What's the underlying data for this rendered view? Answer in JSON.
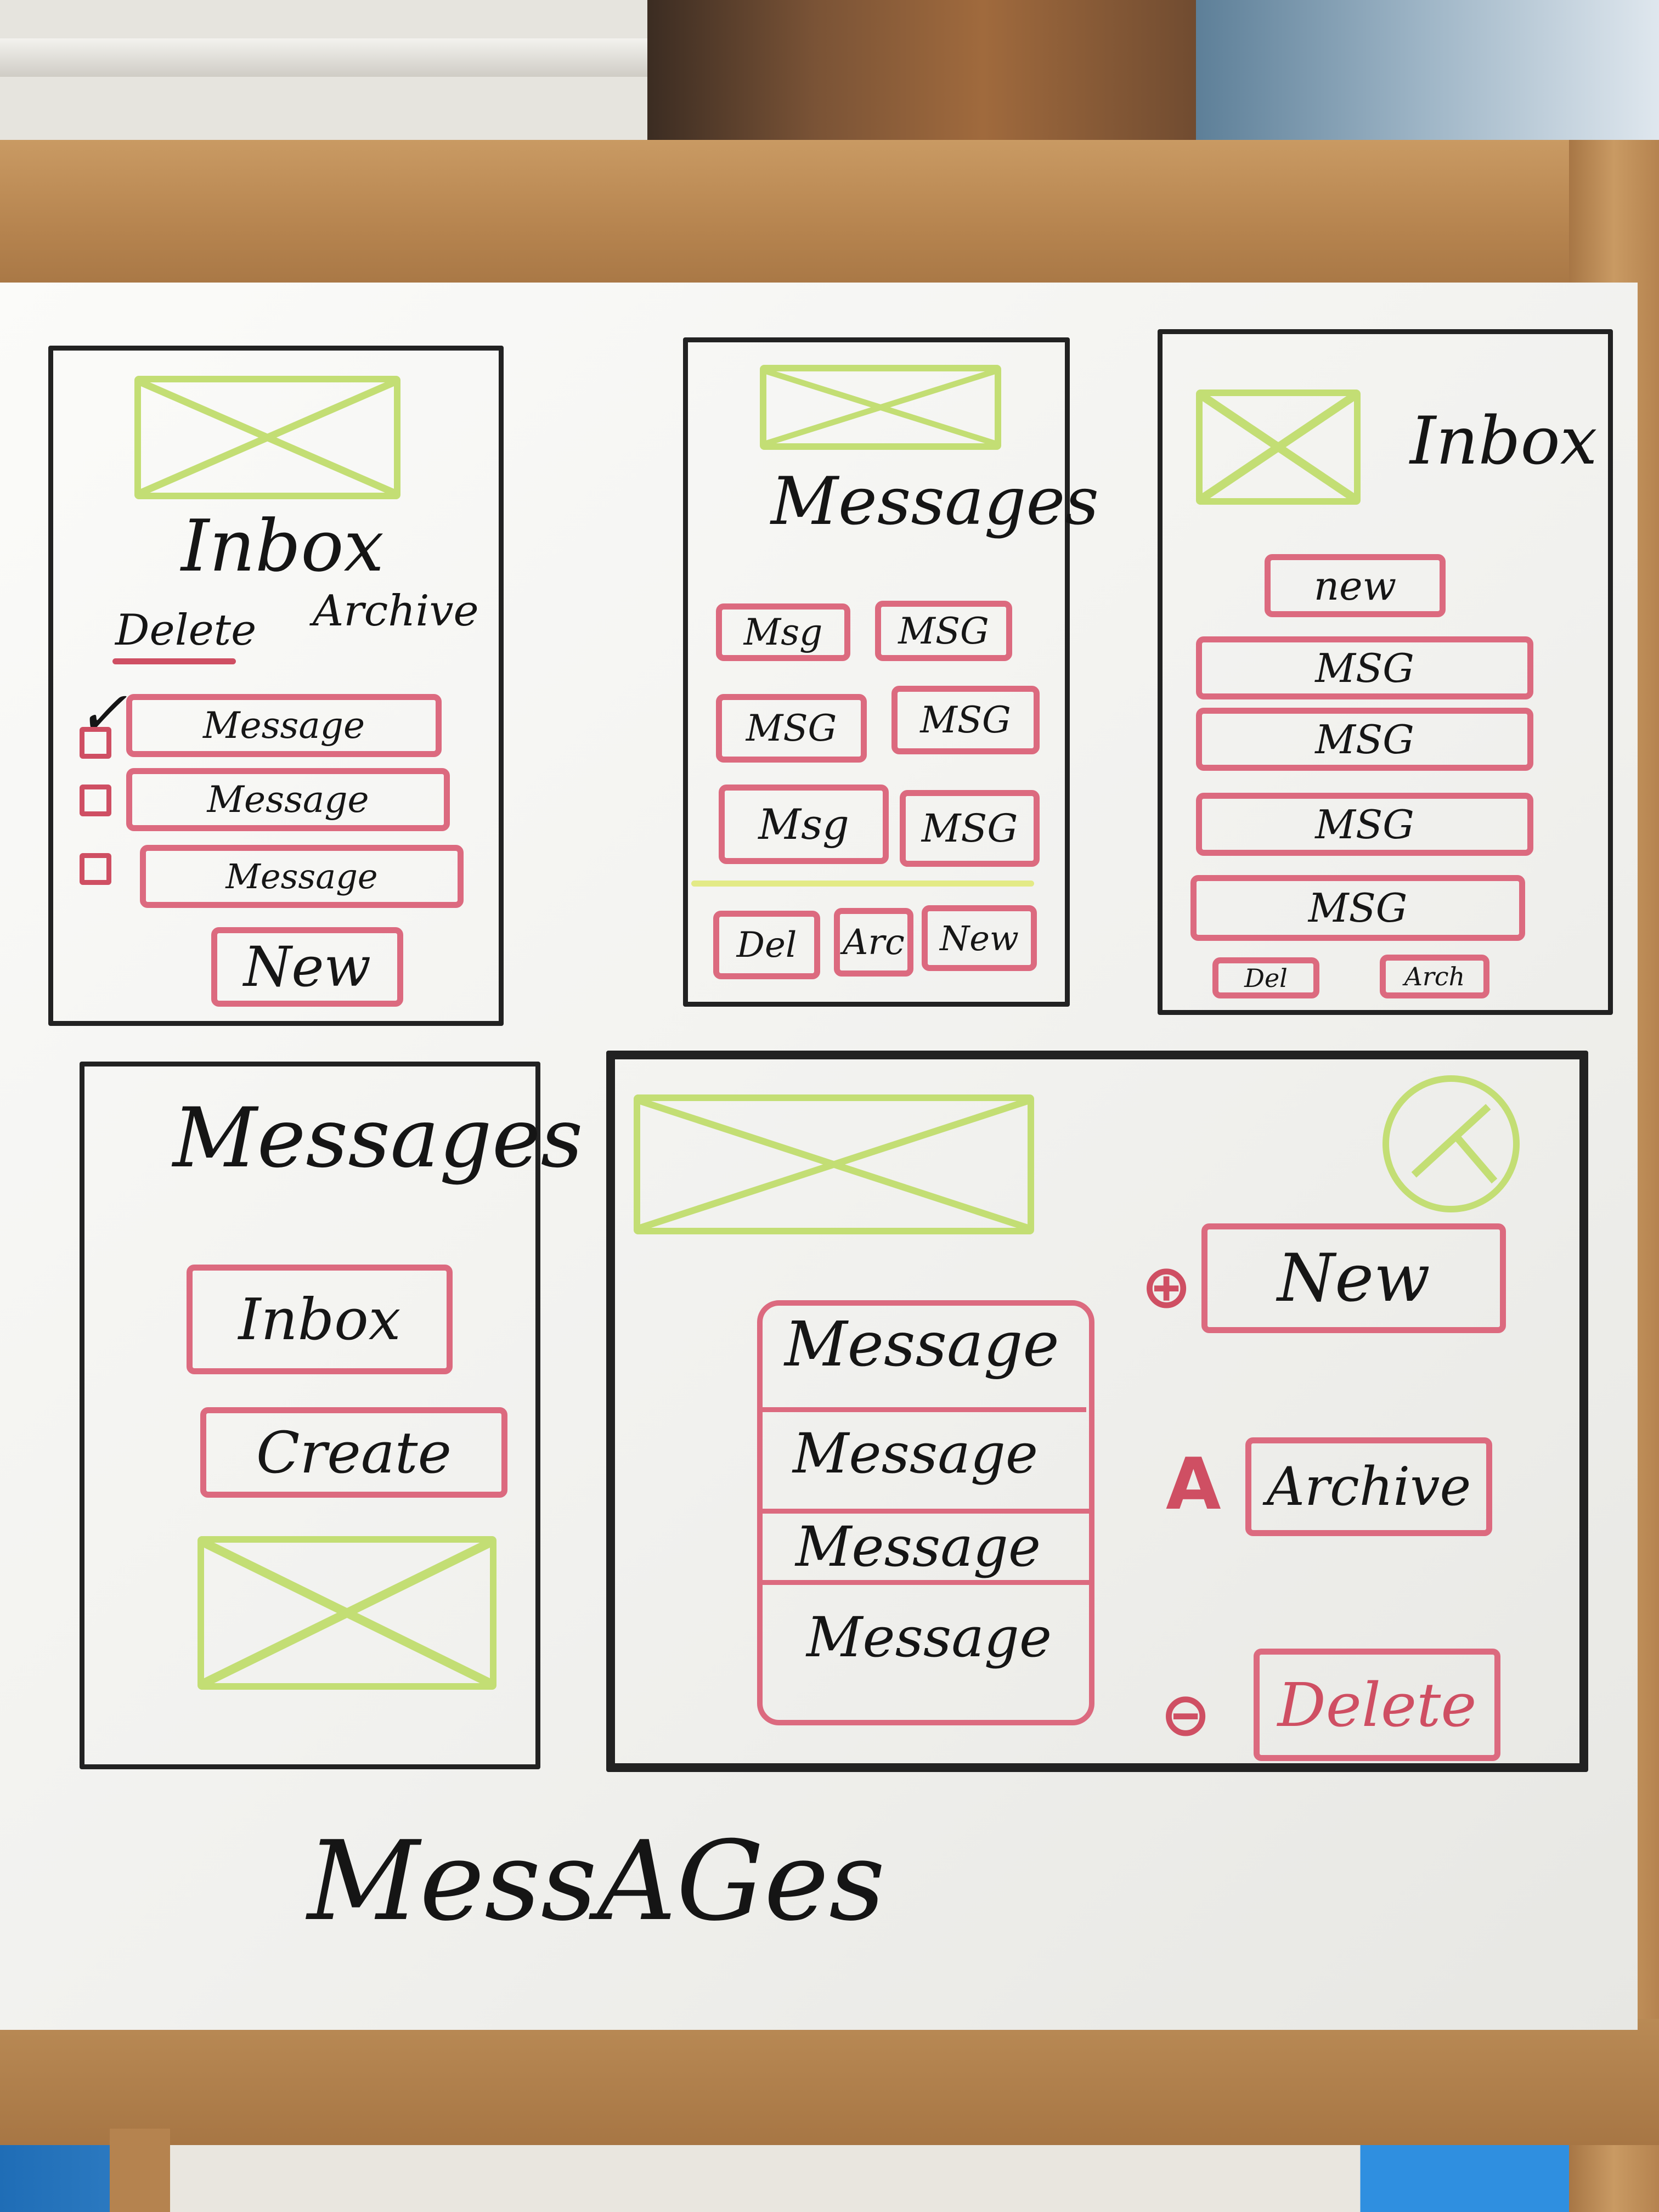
{
  "sketch1": {
    "title": "Inbox",
    "actions": [
      "Delete",
      "Archive"
    ],
    "items": [
      "Message",
      "Message",
      "Message"
    ],
    "button": "New"
  },
  "sketch2": {
    "title": "Messages",
    "tiles": [
      "Msg",
      "MSG",
      "MSG",
      "MSG",
      "Msg",
      "MSG"
    ],
    "buttons": [
      "Del",
      "Arc",
      "New"
    ]
  },
  "sketch3": {
    "title": "Inbox",
    "button": "new",
    "items": [
      "MSG",
      "MSG",
      "MSG",
      "MSG"
    ],
    "buttons": [
      "Del",
      "Arch"
    ]
  },
  "sketch4": {
    "title": "Messages",
    "buttons": [
      "Inbox",
      "Create"
    ]
  },
  "sketch5": {
    "items": [
      "Message",
      "Message",
      "Message",
      "Message"
    ],
    "buttons": [
      "New",
      "Archive",
      "Delete"
    ]
  },
  "caption": "MessAGes",
  "colors": {
    "marker_black": "#222222",
    "marker_red": "#dc6a7f",
    "marker_green": "#c3de74"
  }
}
